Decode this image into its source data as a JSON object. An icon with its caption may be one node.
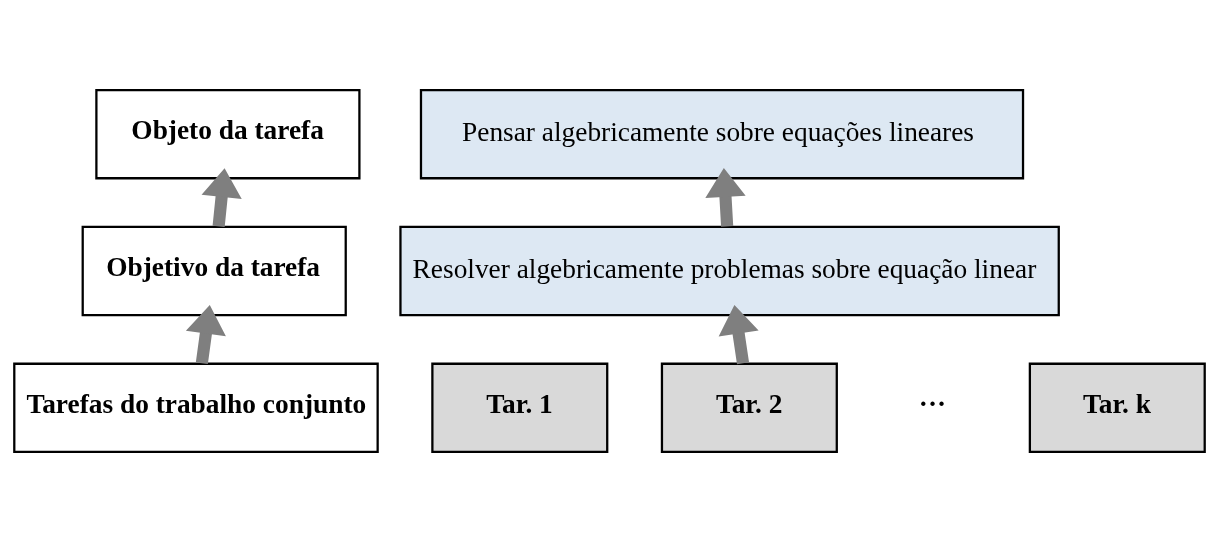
{
  "diagram": {
    "nodes": [
      {
        "text": [
          "Objeto da tarefa"
        ]
      },
      {
        "text": [
          "Pensar algebricamente sobre equações lineares"
        ]
      },
      {
        "text": [
          "Objetivo da tarefa"
        ]
      },
      {
        "text": [
          "Resolver algebricamente problemas sobre equação linear"
        ]
      },
      {
        "text": [
          "Tarefas do trabalho conjunto"
        ]
      },
      {
        "text": [
          "Tar. 1"
        ]
      },
      {
        "text": [
          "Tar. 2"
        ]
      },
      {
        "text": [
          "Tar. k"
        ]
      }
    ],
    "edges": [
      {
        "from": 2,
        "to": 0,
        "arrow": "to"
      },
      {
        "from": 3,
        "to": 1,
        "arrow": "to"
      },
      {
        "from": 4,
        "to": 2,
        "arrow": "to"
      },
      {
        "from": 6,
        "to": 3,
        "arrow": "to"
      }
    ],
    "labels": [
      "···"
    ]
  }
}
